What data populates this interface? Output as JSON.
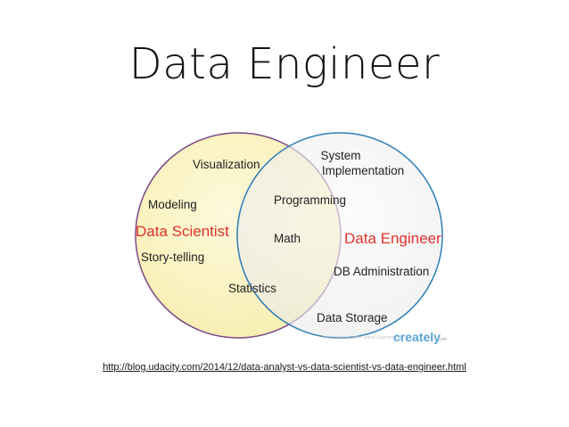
{
  "slide": {
    "title": "Data Engineer",
    "source_url": "http://blog.udacity.com/2014/12/data-analyst-vs-data-scientist-vs-data-engineer.html"
  },
  "venn": {
    "left_set": {
      "name": "Data Scientist",
      "color": "#fbf4c4",
      "border": "#7a4a88",
      "items": [
        "Visualization",
        "Modeling",
        "Story-telling"
      ]
    },
    "right_set": {
      "name": "Data Engineer",
      "color": "#f1f1f1",
      "border": "#2f7fb8",
      "items": [
        "System",
        "Implementation",
        "DB Administration",
        "Data Storage"
      ]
    },
    "overlap_items": [
      "Programming",
      "Math",
      "Statistics"
    ],
    "label_color": "#e0322b"
  },
  "watermark": {
    "text": "www.creately.com • Online Diagramming",
    "brand": "creately",
    "brand_suffix": "com"
  }
}
